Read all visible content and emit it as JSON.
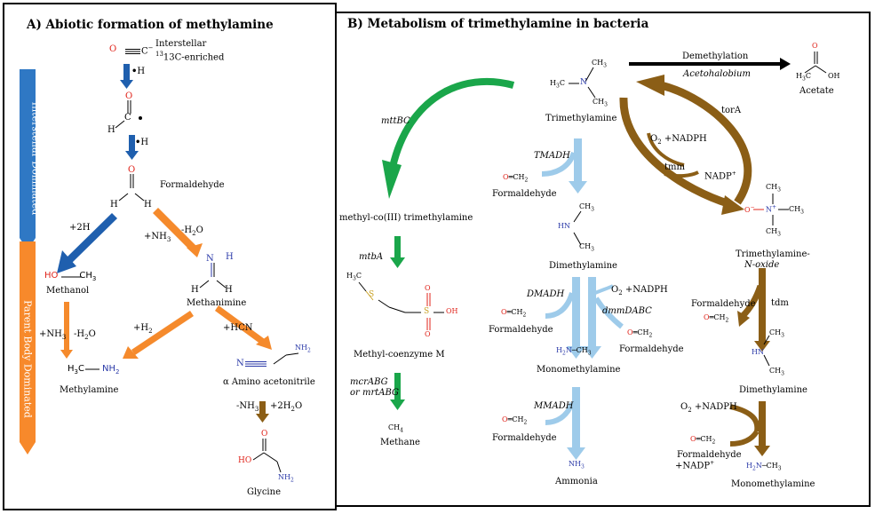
{
  "panelA": {
    "title": "A) Abiotic formation of methylamine",
    "band_top": "Interstellar Dominated",
    "band_bottom": "Parent Body Dominated",
    "interstellar_1": "Interstellar",
    "interstellar_2": "13C-enriched",
    "h_radical_1": "H",
    "h_radical_2": "H",
    "formaldehyde": "Formaldehyde",
    "plus_2h": "+2H",
    "plus_nh3": "+NH3",
    "minus_h2o": "-H2O",
    "methanol": "Methanol",
    "methanimine": "Methanimine",
    "plus_h2": "+H2",
    "plus_hcn": "+HCN",
    "plus_nh3_2": "+NH3",
    "minus_h2o_2": "-H2O",
    "methylamine": "Methylamine",
    "amino_acetonitrile": "α Amino acetonitrile",
    "minus_nh3": "-NH3",
    "plus_2h2o": "+2H2O",
    "glycine": "Glycine"
  },
  "panelB": {
    "title": "B) Metabolism of trimethylamine in bacteria",
    "demethylation": "Demethylation",
    "acetohalobium": "Acetohalobium",
    "acetate": "Acetate",
    "trimethylamine": "Trimethylamine",
    "mttbc": "mttBC",
    "torA": "torA",
    "o2_nadph_1": "O2 +NADPH",
    "tmm": "tmm",
    "nadp_1": "NADP+",
    "tmadh": "TMADH",
    "formaldehyde_1": "Formaldehyde",
    "methyl_co": "methyl-co(III) trimethylamine",
    "tmao_1": "Trimethylamine-",
    "tmao_2": "N-oxide",
    "dimethylamine_1": "Dimethylamine",
    "mtba": "mtbA",
    "dmadh": "DMADH",
    "o2_nadph_2": "O2 +NADPH",
    "dmmdabc": "dmmDABC",
    "formaldehyde_2": "Formaldehyde",
    "formaldehyde_3": "Formaldehyde",
    "formaldehyde_4": "Formaldehyde",
    "tdm": "tdm",
    "monomethylamine_1": "Monomethylamine",
    "methyl_coenzyme_m": "Methyl-coenzyme M",
    "dimethylamine_2": "Dimethylamine",
    "mcrabg_1": "mcrABG",
    "mcrabg_2": "or mrtABG",
    "mmadh": "MMADH",
    "formaldehyde_5": "Formaldehyde",
    "o2_nadph_3": "O2 +NADPH",
    "formaldehyde_6": "Formaldehyde",
    "nadp_2": "+NADP+",
    "methane": "Methane",
    "ammonia": "Ammonia",
    "monomethylamine_2": "Monomethylamine"
  },
  "colors": {
    "blue_arrow": "#1f5fae",
    "orange_arrow": "#f58a2c",
    "brown_arrow": "#8b5e16",
    "light_blue_arrow": "#9ecbea",
    "green_arrow": "#1aa64a",
    "band_blue": "#2f78c4",
    "band_orange": "#f7892b",
    "oxygen_red": "#e0241b",
    "nitrogen_blue": "#2b3aa8",
    "sulfur_yellow": "#c9a227"
  }
}
